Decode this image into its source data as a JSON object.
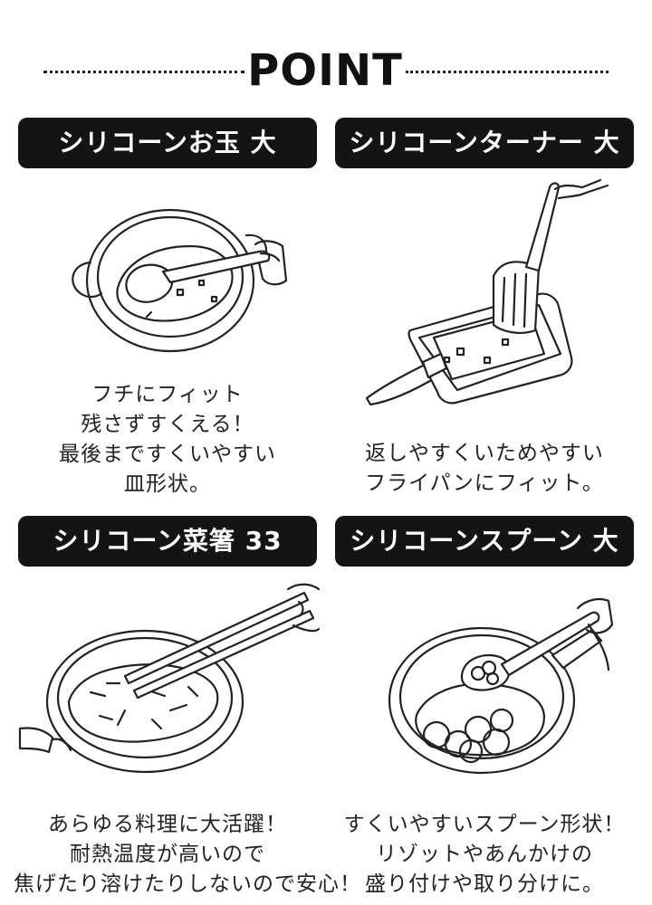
{
  "header": {
    "title": "POINT"
  },
  "cards": [
    {
      "label": "シリコーンお玉 大",
      "desc": [
        "フチにフィット",
        "残さずすくえる！",
        "最後まですくいやすい",
        "皿形状。"
      ]
    },
    {
      "label": "シリコーンターナー 大",
      "desc": [
        "返しやすくいためやすい",
        "フライパンにフィット。"
      ]
    },
    {
      "label": "シリコーン菜箸 33",
      "desc": [
        "あらゆる料理に大活躍！",
        "耐熱温度が高いので",
        "焦げたり溶けたりしないので安心！"
      ]
    },
    {
      "label": "シリコーンスプーン 大",
      "desc": [
        "すくいやすいスプーン形状！",
        "リゾットやあんかけの",
        "盛り付けや取り分けに。"
      ]
    }
  ]
}
